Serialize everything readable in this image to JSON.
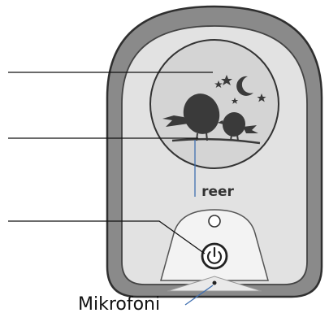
{
  "diagram": {
    "device": "baby-monitor",
    "brand_logo_text": "reer",
    "labels": {
      "microphone": "Mikrofoni"
    },
    "callout_lines_without_text": 3,
    "colors": {
      "shell_outer": "#8a8a8a",
      "shell_inner": "#cfcfcf",
      "face": "#e2e2e2",
      "lower_panel": "#f3f3f3",
      "outline": "#333333",
      "pointer_line_blue": "#3f6fb0",
      "dark_graphic": "#3a3a3a"
    },
    "icons": [
      "moon-icon",
      "star-icon",
      "bird-icon",
      "power-icon",
      "led-indicator",
      "microphone-hole"
    ]
  }
}
